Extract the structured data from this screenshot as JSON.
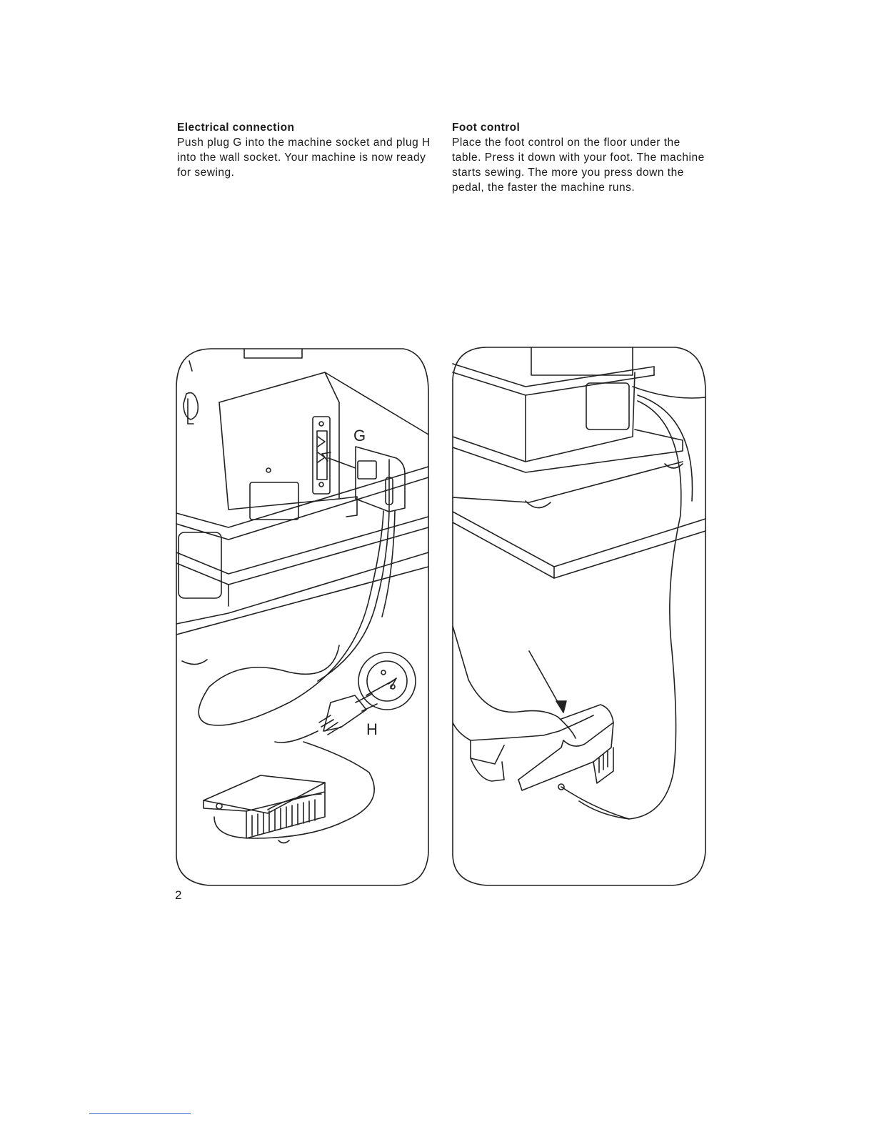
{
  "left_section": {
    "heading": "Electrical connection",
    "body": "Push plug G into the machine socket and plug H into the wall socket. Your machine is now ready for sewing."
  },
  "right_section": {
    "heading": "Foot control",
    "body": "Place the foot control on the floor under the table. Press it down with your foot. The machine starts sewing. The more you press down the pedal, the faster the machine runs."
  },
  "figure_labels": {
    "plug_g": "G",
    "plug_h": "H"
  },
  "page_number": "2",
  "colors": {
    "ink": "#1a1a1a",
    "footer_rule": "#4a6fd0"
  }
}
